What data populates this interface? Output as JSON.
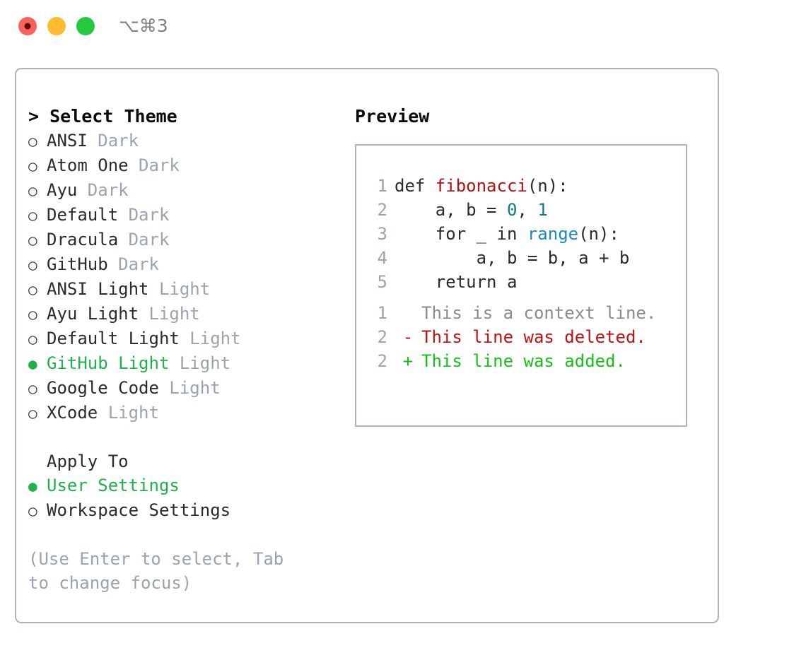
{
  "window": {
    "shortcut": "⌥⌘3",
    "traffic_lights": [
      {
        "name": "close",
        "color": "#f9625c"
      },
      {
        "name": "minimize",
        "color": "#fcbd2e"
      },
      {
        "name": "maximize",
        "color": "#26c83f"
      }
    ]
  },
  "theme_picker": {
    "header": "> Select Theme",
    "selected_glyph": "●",
    "unselected_glyph": "○",
    "items": [
      {
        "name": "ANSI",
        "variant": "Dark",
        "selected": false
      },
      {
        "name": "Atom One",
        "variant": "Dark",
        "selected": false
      },
      {
        "name": "Ayu",
        "variant": "Dark",
        "selected": false
      },
      {
        "name": "Default",
        "variant": "Dark",
        "selected": false
      },
      {
        "name": "Dracula",
        "variant": "Dark",
        "selected": false
      },
      {
        "name": "GitHub",
        "variant": "Dark",
        "selected": false
      },
      {
        "name": "ANSI Light",
        "variant": "Light",
        "selected": false
      },
      {
        "name": "Ayu Light",
        "variant": "Light",
        "selected": false
      },
      {
        "name": "Default Light",
        "variant": "Light",
        "selected": false
      },
      {
        "name": "GitHub Light",
        "variant": "Light",
        "selected": true
      },
      {
        "name": "Google Code",
        "variant": "Light",
        "selected": false
      },
      {
        "name": "XCode",
        "variant": "Light",
        "selected": false
      }
    ]
  },
  "apply_to": {
    "header": "Apply To",
    "options": [
      {
        "label": "User Settings",
        "selected": true
      },
      {
        "label": "Workspace Settings",
        "selected": false
      }
    ]
  },
  "hint": "(Use Enter to select, Tab to change focus)",
  "preview": {
    "title": "Preview",
    "code_lines": [
      {
        "number": "1",
        "tokens": [
          {
            "text": "def ",
            "type": "plain"
          },
          {
            "text": "fibonacci",
            "type": "function"
          },
          {
            "text": "(n):",
            "type": "plain"
          }
        ]
      },
      {
        "number": "2",
        "tokens": [
          {
            "text": "    a, b = ",
            "type": "plain"
          },
          {
            "text": "0",
            "type": "number"
          },
          {
            "text": ", ",
            "type": "plain"
          },
          {
            "text": "1",
            "type": "number"
          }
        ]
      },
      {
        "number": "3",
        "tokens": [
          {
            "text": "    for _ in ",
            "type": "plain"
          },
          {
            "text": "range",
            "type": "builtin"
          },
          {
            "text": "(n):",
            "type": "plain"
          }
        ]
      },
      {
        "number": "4",
        "tokens": [
          {
            "text": "        a, b = b, a + b",
            "type": "plain"
          }
        ]
      },
      {
        "number": "5",
        "tokens": [
          {
            "text": "    return a",
            "type": "plain"
          }
        ]
      }
    ],
    "diff_lines": [
      {
        "number": "1",
        "marker": " ",
        "text": "This is a context line.",
        "kind": "context"
      },
      {
        "number": "2",
        "marker": "-",
        "text": "This line was deleted.",
        "kind": "deleted"
      },
      {
        "number": "2",
        "marker": "+",
        "text": "This line was added.",
        "kind": "added"
      }
    ]
  },
  "colors": {
    "accent_green": "#20b14c",
    "muted_gray": "#9aa3af",
    "border": "#aab4c0",
    "function_red": "#b31212",
    "number_teal": "#0e8080",
    "builtin_blue": "#1a8ac0",
    "diff_delete": "#c01111",
    "diff_add": "#17c017"
  }
}
